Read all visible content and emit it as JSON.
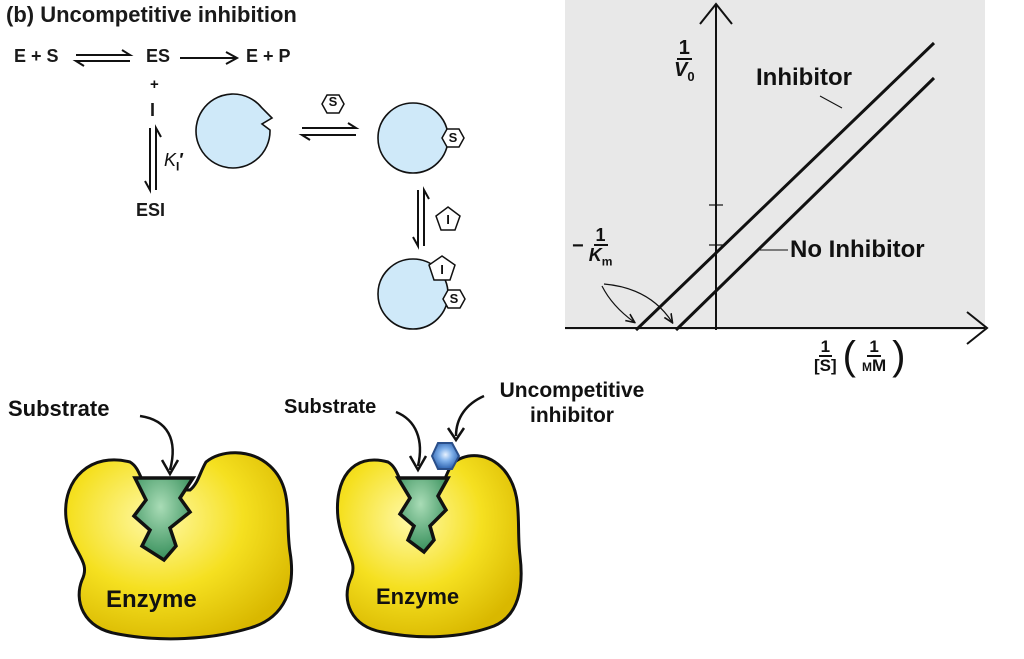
{
  "title": "(b) Uncompetitive inhibition",
  "reaction": {
    "e_plus_s": "E + S",
    "es": "ES",
    "e_plus_p": "E + P",
    "plus": "+",
    "inhibitor": "I",
    "ki_symbol": "K",
    "ki_subscript": "I",
    "ki_prime": "′",
    "esi": "ESI"
  },
  "cartoon_tokens": {
    "substrate": "S",
    "inhibitor": "I"
  },
  "plot": {
    "y_axis_num": "1",
    "y_axis_den_v": "V",
    "y_axis_den_sub": "0",
    "x_axis_num": "1",
    "x_axis_den": "[S]",
    "x_unit_num": "1",
    "x_unit_den": "mM",
    "intercept_sign": "−",
    "intercept_num": "1",
    "intercept_den_k": "K",
    "intercept_den_sub": "m",
    "line_inhibitor": "Inhibitor",
    "line_no_inhibitor": "No Inhibitor",
    "background_color": "#e8e8e8"
  },
  "bottom": {
    "left_substrate": "Substrate",
    "left_enzyme": "Enzyme",
    "right_substrate": "Substrate",
    "right_inhibitor_line1": "Uncompetitive",
    "right_inhibitor_line2": "inhibitor",
    "right_enzyme": "Enzyme",
    "enzyme_color": "#f5e020",
    "substrate_color": "#2f8a55",
    "inhibitor_color": "#3b79c4"
  }
}
